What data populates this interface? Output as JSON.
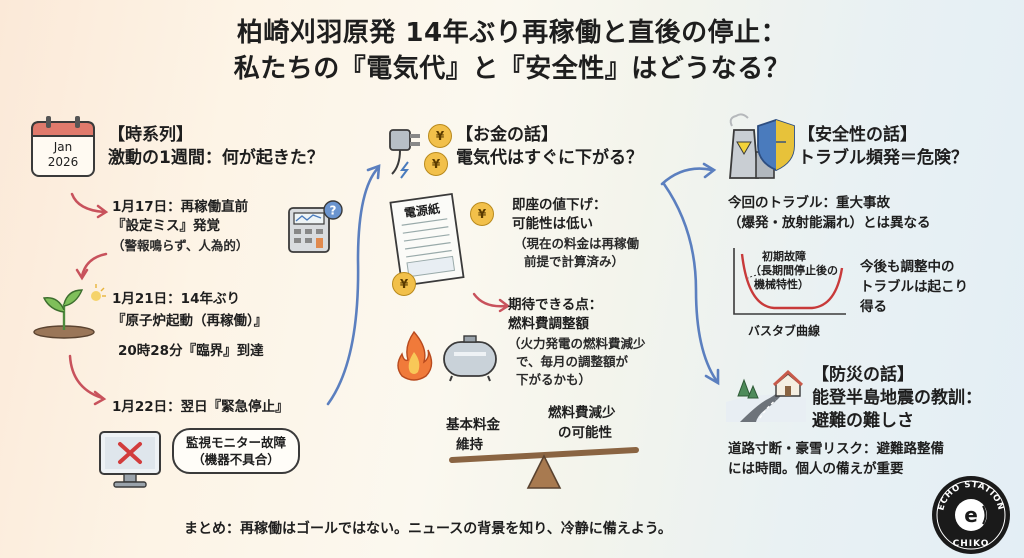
{
  "title": {
    "line1": "柏崎刈羽原発 14年ぶり再稼働と直後の停止：",
    "line2": "私たちの『電気代』と『安全性』はどうなる？"
  },
  "timeline": {
    "heading": "【時系列】",
    "subheading": "激動の1週間：何が起きた？",
    "calendar_month": "Jan",
    "calendar_year": "2026",
    "events": [
      {
        "line1": "1月17日：再稼働直前",
        "line2": "『設定ミス』発覚",
        "line3": "（警報鳴らず、人為的）"
      },
      {
        "line1": "1月21日：14年ぶり",
        "line2": "『原子炉起動（再稼働）』",
        "line3": "20時28分『臨界』到達"
      },
      {
        "line1": "1月22日：翌日『緊急停止』"
      }
    ],
    "bubble_line1": "監視モニター故障",
    "bubble_line2": "（機器不具合）"
  },
  "money": {
    "heading": "【お金の話】",
    "subheading": "電気代はすぐに下がる？",
    "coin_symbol": "¥",
    "bill_label": "電源紙",
    "point1_line1": "即座の値下げ：",
    "point1_line2": "可能性は低い",
    "point1_note1": "（現在の料金は再稼働",
    "point1_note2": "前提で計算済み）",
    "point2_line1": "期待できる点：",
    "point2_line2": "燃料費調整額",
    "point2_note1": "（火力発電の燃料費減少",
    "point2_note2": "で、毎月の調整額が",
    "point2_note3": "下がるかも）",
    "scale_left1": "基本料金",
    "scale_left2": "維持",
    "scale_right1": "燃料費減少",
    "scale_right2": "の可能性"
  },
  "safety": {
    "heading": "【安全性の話】",
    "subheading": "トラブル頻発＝危険？",
    "point1_line1": "今回のトラブル：重大事故",
    "point1_line2": "（爆発・放射能漏れ）とは異なる",
    "curve_label1": "初期故障",
    "curve_label2": "（長期間停止後の",
    "curve_label3": "機械特性）",
    "curve_name": "バスタブ曲線",
    "point2_line1": "今後も調整中の",
    "point2_line2": "トラブルは起こり",
    "point2_line3": "得る"
  },
  "disaster": {
    "heading": "【防災の話】",
    "subheading1": "能登半島地震の教訓：",
    "subheading2": "避難の難しさ",
    "point_line1": "道路寸断・豪雪リスク：避難路整備",
    "point_line2": "には時間。個人の備えが重要"
  },
  "summary": "まとめ：再稼働はゴールではない。ニュースの背景を知り、冷静に備えよう。",
  "logo": {
    "top_text": "ECHO STATION",
    "bottom_text": "CHIKO",
    "mark": "e"
  },
  "colors": {
    "arrow": "#5b7fbf",
    "red_arrow": "#c8525c",
    "coin": "#f2c04a",
    "curve": "#c83a3a"
  }
}
